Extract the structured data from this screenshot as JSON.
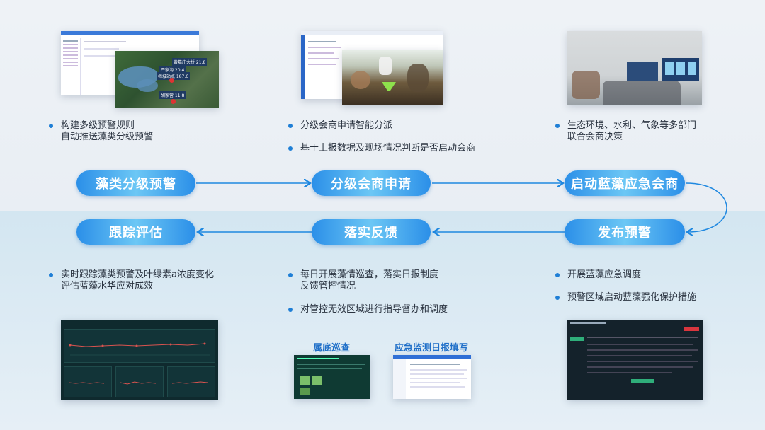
{
  "steps": {
    "s1": "藻类分级预警",
    "s2": "分级会商申请",
    "s3": "启动蓝藻应急会商",
    "s4": "发布预警",
    "s5": "落实反馈",
    "s6": "跟踪评估"
  },
  "bullets": {
    "c1": [
      "构建多级预警规则",
      "自动推送藻类分级预警"
    ],
    "c2a": "分级会商申请智能分派",
    "c2b": "基于上报数据及现场情况判断是否启动会商",
    "c3": [
      "生态环境、水利、气象等多部门",
      "联合会商决策"
    ],
    "c4a": "开展蓝藻应急调度",
    "c4b": "预警区域启动蓝藻强化保护措施",
    "c5a": [
      "每日开展藻情巡查，落实日报制度",
      "反馈管控情况"
    ],
    "c5b": "对管控无效区域进行指导督办和调度",
    "c6": [
      "实时跟踪藻类预警及叶绿素a浓度变化",
      "评估蓝藻水华应对成效"
    ]
  },
  "subs": {
    "patrol": "属底巡查",
    "daily": "应急监测日报填写"
  },
  "map_labels": {
    "l1": "黄墓庄大桥 21.8",
    "l2": "严家沟 20.4",
    "l3": "梅城站点 187.6",
    "l4": "胡家营 11.8"
  },
  "colors": {
    "accent": "#2b8fe8",
    "dark_panel": "#0f2a2e"
  }
}
